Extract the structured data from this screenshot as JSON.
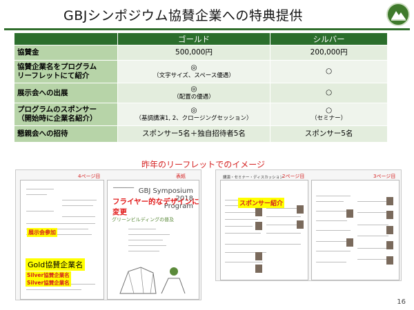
{
  "title": "GBJシンポジウム協賛企業への特典提供",
  "table": {
    "headers": [
      "",
      "ゴールド",
      "シルバー"
    ],
    "rows": [
      {
        "label": "協賛金",
        "gold": "500,000円",
        "gold_sub": "",
        "silver": "200,000円",
        "silver_sub": ""
      },
      {
        "label": "協賛企業名をプログラム\nリーフレットにて紹介",
        "gold": "◎",
        "gold_sub": "（文字サイズ、スペース優遇）",
        "silver": "○",
        "silver_sub": ""
      },
      {
        "label": "展示会への出展",
        "gold": "◎",
        "gold_sub": "（配置の優遇）",
        "silver": "○",
        "silver_sub": ""
      },
      {
        "label": "プログラムのスポンサー\n（開始時に企業名紹介）",
        "gold": "◎",
        "gold_sub": "（基調講演1, 2、クロージングセッション）",
        "silver": "○",
        "silver_sub": "（セミナー）"
      },
      {
        "label": "懇親会への招待",
        "gold": "スポンサー5名＋独自招待者5名",
        "gold_sub": "",
        "silver": "スポンサー5名",
        "silver_sub": ""
      }
    ]
  },
  "caption": "昨年のリーフレットでのイメージ",
  "left_panel": {
    "page4_label": "4ページ目",
    "cover_label": "表紙",
    "exhibit_tag": "展示会参加",
    "gold_tag": "Gold協賛企業名",
    "silver1": "Silver協賛企業名",
    "silver2": "Silver協賛企業名",
    "flyer_title": "GBJ Symposium 2018\nProgram",
    "flyer_note": "フライヤー的なデザインに変更",
    "flyer_sub": "グリーンビルディングの普及"
  },
  "right_panel": {
    "section_title": "講演・セミナー・ディスカッション",
    "page2_label": "2ページ目",
    "page3_label": "3ページ目",
    "sponsor_tag": "スポンサー紹介"
  },
  "page_number": "16",
  "colors": {
    "header_green": "#2b6e2c",
    "label_green": "#b7d4a8",
    "accent_red": "#d42020",
    "highlight_yellow": "#ffff00"
  }
}
